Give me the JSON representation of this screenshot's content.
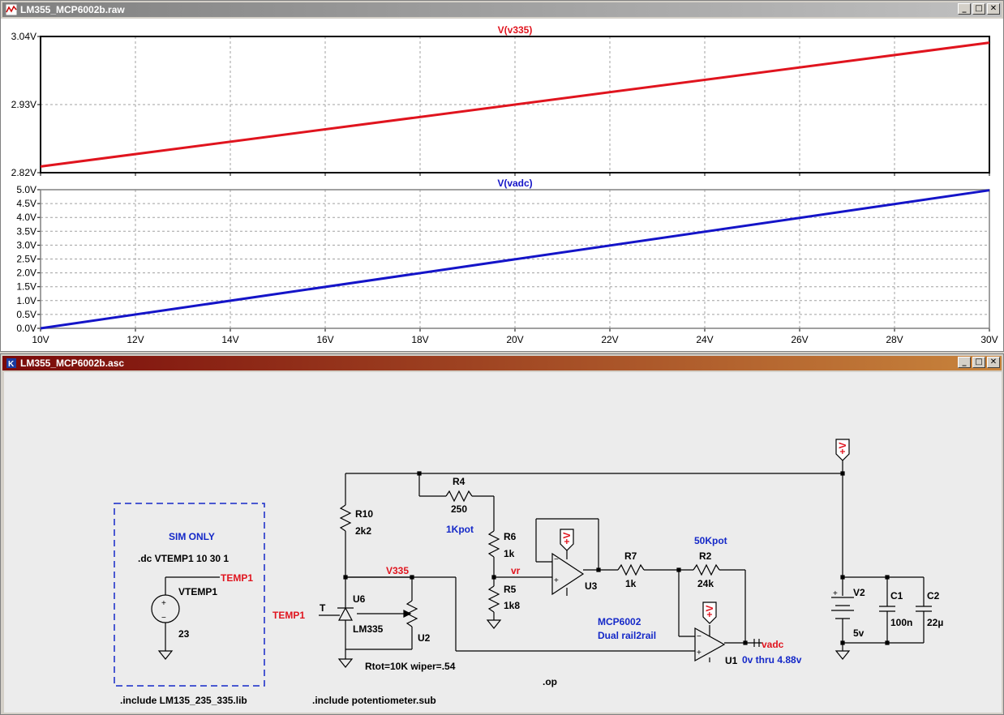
{
  "plot_window": {
    "title": "LM355_MCP6002b.raw",
    "buttons": {
      "minimize": "_",
      "restore": "□",
      "close": "✕"
    },
    "icon": "waveform-icon"
  },
  "schematic_window": {
    "title": "LM355_MCP6002b.asc",
    "buttons": {
      "minimize": "_",
      "restore": "□",
      "close": "✕"
    },
    "icon": "schematic-icon"
  },
  "colors": {
    "trace1": "#e0141e",
    "trace2": "#1414c8",
    "grid": "#a0a0a0",
    "netlabel": "#e0141e",
    "annotation": "#1428c8"
  },
  "chart_data": [
    {
      "type": "line",
      "title": "V(v335)",
      "x_ticks": [
        "10V",
        "12V",
        "14V",
        "16V",
        "18V",
        "20V",
        "22V",
        "24V",
        "26V",
        "28V",
        "30V"
      ],
      "y_ticks": [
        "3.04V",
        "2.93V",
        "2.82V"
      ],
      "xlim": [
        10,
        30
      ],
      "ylim": [
        2.82,
        3.04
      ],
      "series": [
        {
          "name": "V(v335)",
          "x": [
            10,
            30
          ],
          "y": [
            2.83,
            3.03
          ]
        }
      ]
    },
    {
      "type": "line",
      "title": "V(vadc)",
      "x_ticks": [
        "10V",
        "12V",
        "14V",
        "16V",
        "18V",
        "20V",
        "22V",
        "24V",
        "26V",
        "28V",
        "30V"
      ],
      "y_ticks": [
        "5.0V",
        "4.5V",
        "4.0V",
        "3.5V",
        "3.0V",
        "2.5V",
        "2.0V",
        "1.5V",
        "1.0V",
        "0.5V",
        "0.0V"
      ],
      "xlim": [
        10,
        30
      ],
      "ylim": [
        0,
        5
      ],
      "series": [
        {
          "name": "V(vadc)",
          "x": [
            10,
            30
          ],
          "y": [
            0.0,
            4.98
          ]
        }
      ]
    }
  ],
  "schematic": {
    "sim_box": {
      "title": "SIM ONLY",
      "directive": ".dc VTEMP1 10 30 1",
      "source_name": "VTEMP1",
      "source_value": "23",
      "net": "TEMP1"
    },
    "include_lm": ".include LM135_235_335.lib",
    "include_pot": ".include potentiometer.sub",
    "op_directive": ".op",
    "supply_flag": "+V",
    "r10": {
      "name": "R10",
      "value": "2k2"
    },
    "r4": {
      "name": "R4",
      "value": "250"
    },
    "r6": {
      "name": "R6",
      "value": "1k"
    },
    "r5": {
      "name": "R5",
      "value": "1k8"
    },
    "r7": {
      "name": "R7",
      "value": "1k"
    },
    "r2": {
      "name": "R2",
      "value": "24k"
    },
    "u6": {
      "name": "U6",
      "model": "LM335",
      "pin": "T",
      "input_net": "TEMP1"
    },
    "u2": {
      "name": "U2",
      "params": "Rtot=10K wiper=.54"
    },
    "u3": {
      "name": "U3"
    },
    "u1": {
      "name": "U1"
    },
    "v2": {
      "name": "V2",
      "value": "5v"
    },
    "c1": {
      "name": "C1",
      "value": "100n"
    },
    "c2": {
      "name": "C2",
      "value": "22µ"
    },
    "net_v335": "V335",
    "net_vr": "vr",
    "net_vadc": "vadc",
    "note_1kpot": "1Kpot",
    "note_50kpot": "50Kpot",
    "note_mcp": "MCP6002",
    "note_rail": "Dual rail2rail",
    "note_range": "0v thru 4.88v"
  }
}
